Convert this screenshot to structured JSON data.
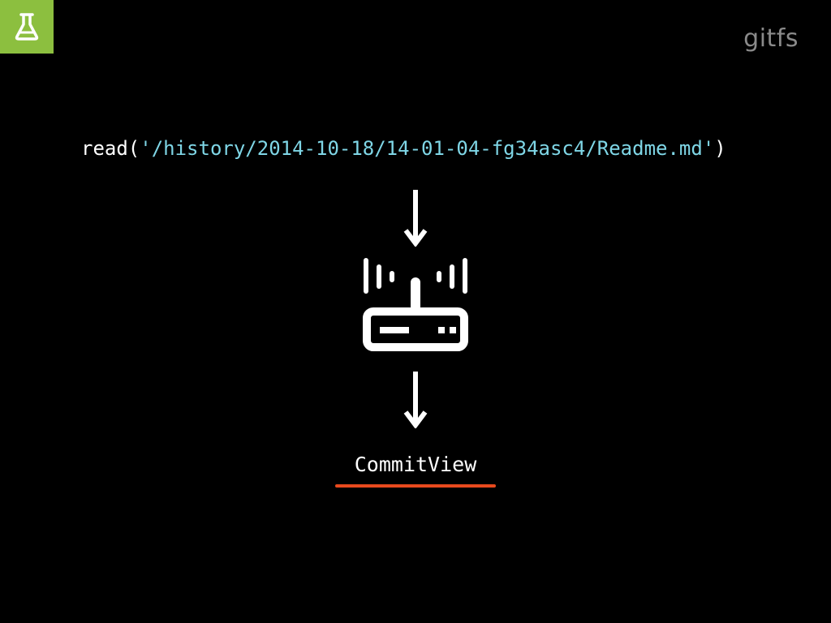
{
  "brand": {
    "title": "gitfs",
    "logo_icon": "flask-icon",
    "logo_color": "#8cbf3f"
  },
  "call": {
    "prefix": "read(",
    "argument": "'/history/2014-10-18/14-01-04-fg34asc4/Readme.md'",
    "suffix": ")",
    "argument_color": "#7fd6e6"
  },
  "flow": {
    "arrow_icon": "arrow-down-icon",
    "router_icon": "router-icon"
  },
  "result": {
    "label": "CommitView",
    "underline_color": "#e8491d"
  }
}
